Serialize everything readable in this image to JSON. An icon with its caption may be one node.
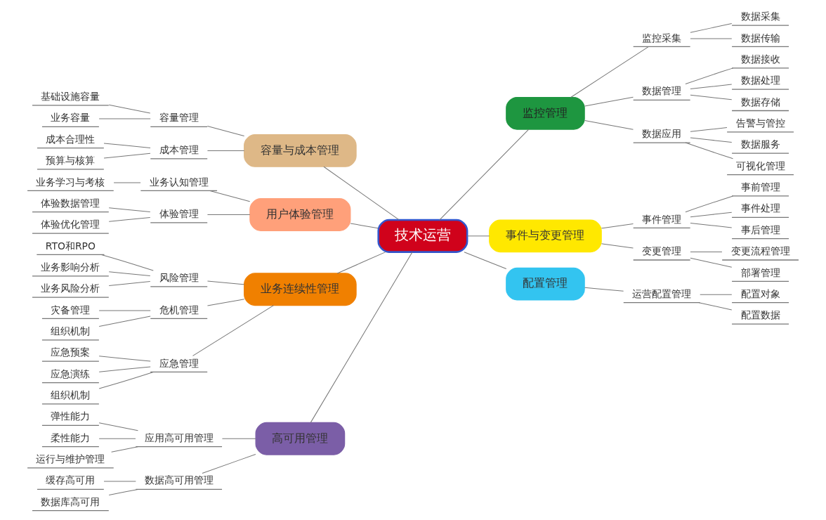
{
  "diagram": {
    "nodes": [
      {
        "text": [
          "技术运营"
        ]
      },
      {
        "text": [
          "容量与成本管理"
        ]
      },
      {
        "text": [
          "容量管理"
        ]
      },
      {
        "text": [
          "基础设施容量"
        ]
      },
      {
        "text": [
          "业务容量"
        ]
      },
      {
        "text": [
          "成本管理"
        ]
      },
      {
        "text": [
          "成本合理性"
        ]
      },
      {
        "text": [
          "预算与核算"
        ]
      },
      {
        "text": [
          "用户体验管理"
        ]
      },
      {
        "text": [
          "业务认知管理"
        ]
      },
      {
        "text": [
          "业务学习与考核"
        ]
      },
      {
        "text": [
          "体验管理"
        ]
      },
      {
        "text": [
          "体验数据管理"
        ]
      },
      {
        "text": [
          "体验优化管理"
        ]
      },
      {
        "text": [
          "业务连续性管理"
        ]
      },
      {
        "text": [
          "风险管理"
        ]
      },
      {
        "text": [
          "RTO和RPO"
        ]
      },
      {
        "text": [
          "业务影响分析"
        ]
      },
      {
        "text": [
          "业务风险分析"
        ]
      },
      {
        "text": [
          "危机管理"
        ]
      },
      {
        "text": [
          "灾备管理"
        ]
      },
      {
        "text": [
          "组织机制"
        ]
      },
      {
        "text": [
          "应急管理"
        ]
      },
      {
        "text": [
          "应急预案"
        ]
      },
      {
        "text": [
          "应急演练"
        ]
      },
      {
        "text": [
          "组织机制"
        ]
      },
      {
        "text": [
          "高可用管理"
        ]
      },
      {
        "text": [
          "应用高可用管理"
        ]
      },
      {
        "text": [
          "弹性能力"
        ]
      },
      {
        "text": [
          "柔性能力"
        ]
      },
      {
        "text": [
          "运行与维护管理"
        ]
      },
      {
        "text": [
          "数据高可用管理"
        ]
      },
      {
        "text": [
          "缓存高可用"
        ]
      },
      {
        "text": [
          "数据库高可用"
        ]
      },
      {
        "text": [
          "监控管理"
        ]
      },
      {
        "text": [
          "监控采集"
        ]
      },
      {
        "text": [
          "数据采集"
        ]
      },
      {
        "text": [
          "数据传输"
        ]
      },
      {
        "text": [
          "数据管理"
        ]
      },
      {
        "text": [
          "数据接收"
        ]
      },
      {
        "text": [
          "数据处理"
        ]
      },
      {
        "text": [
          "数据存储"
        ]
      },
      {
        "text": [
          "数据应用"
        ]
      },
      {
        "text": [
          "告警与管控"
        ]
      },
      {
        "text": [
          "数据服务"
        ]
      },
      {
        "text": [
          "可视化管理"
        ]
      },
      {
        "text": [
          "事件与变更管理"
        ]
      },
      {
        "text": [
          "事件管理"
        ]
      },
      {
        "text": [
          "事前管理"
        ]
      },
      {
        "text": [
          "事件处理"
        ]
      },
      {
        "text": [
          "事后管理"
        ]
      },
      {
        "text": [
          "变更管理"
        ]
      },
      {
        "text": [
          "变更流程管理"
        ]
      },
      {
        "text": [
          "部署管理"
        ]
      },
      {
        "text": [
          "配置管理"
        ]
      },
      {
        "text": [
          "运营配置管理"
        ]
      },
      {
        "text": [
          "配置对象"
        ]
      },
      {
        "text": [
          "配置数据"
        ]
      }
    ],
    "edges": [
      {
        "from": 0,
        "to": 1,
        "arrow": "none"
      },
      {
        "from": 1,
        "to": 2,
        "arrow": "none"
      },
      {
        "from": 2,
        "to": 3,
        "arrow": "none"
      },
      {
        "from": 2,
        "to": 4,
        "arrow": "none"
      },
      {
        "from": 1,
        "to": 5,
        "arrow": "none"
      },
      {
        "from": 5,
        "to": 6,
        "arrow": "none"
      },
      {
        "from": 5,
        "to": 7,
        "arrow": "none"
      },
      {
        "from": 0,
        "to": 8,
        "arrow": "none"
      },
      {
        "from": 8,
        "to": 9,
        "arrow": "none"
      },
      {
        "from": 9,
        "to": 10,
        "arrow": "none"
      },
      {
        "from": 8,
        "to": 11,
        "arrow": "none"
      },
      {
        "from": 11,
        "to": 12,
        "arrow": "none"
      },
      {
        "from": 11,
        "to": 13,
        "arrow": "none"
      },
      {
        "from": 0,
        "to": 14,
        "arrow": "none"
      },
      {
        "from": 14,
        "to": 15,
        "arrow": "none"
      },
      {
        "from": 15,
        "to": 16,
        "arrow": "none"
      },
      {
        "from": 15,
        "to": 17,
        "arrow": "none"
      },
      {
        "from": 15,
        "to": 18,
        "arrow": "none"
      },
      {
        "from": 14,
        "to": 19,
        "arrow": "none"
      },
      {
        "from": 19,
        "to": 20,
        "arrow": "none"
      },
      {
        "from": 19,
        "to": 21,
        "arrow": "none"
      },
      {
        "from": 14,
        "to": 22,
        "arrow": "none"
      },
      {
        "from": 22,
        "to": 23,
        "arrow": "none"
      },
      {
        "from": 22,
        "to": 24,
        "arrow": "none"
      },
      {
        "from": 22,
        "to": 25,
        "arrow": "none"
      },
      {
        "from": 0,
        "to": 26,
        "arrow": "none"
      },
      {
        "from": 26,
        "to": 27,
        "arrow": "none"
      },
      {
        "from": 27,
        "to": 28,
        "arrow": "none"
      },
      {
        "from": 27,
        "to": 29,
        "arrow": "none"
      },
      {
        "from": 27,
        "to": 30,
        "arrow": "none"
      },
      {
        "from": 26,
        "to": 31,
        "arrow": "none"
      },
      {
        "from": 31,
        "to": 32,
        "arrow": "none"
      },
      {
        "from": 31,
        "to": 33,
        "arrow": "none"
      },
      {
        "from": 0,
        "to": 34,
        "arrow": "none"
      },
      {
        "from": 34,
        "to": 35,
        "arrow": "none"
      },
      {
        "from": 35,
        "to": 36,
        "arrow": "none"
      },
      {
        "from": 35,
        "to": 37,
        "arrow": "none"
      },
      {
        "from": 34,
        "to": 38,
        "arrow": "none"
      },
      {
        "from": 38,
        "to": 39,
        "arrow": "none"
      },
      {
        "from": 38,
        "to": 40,
        "arrow": "none"
      },
      {
        "from": 38,
        "to": 41,
        "arrow": "none"
      },
      {
        "from": 34,
        "to": 42,
        "arrow": "none"
      },
      {
        "from": 42,
        "to": 43,
        "arrow": "none"
      },
      {
        "from": 42,
        "to": 44,
        "arrow": "none"
      },
      {
        "from": 42,
        "to": 45,
        "arrow": "none"
      },
      {
        "from": 0,
        "to": 46,
        "arrow": "none"
      },
      {
        "from": 46,
        "to": 47,
        "arrow": "none"
      },
      {
        "from": 47,
        "to": 48,
        "arrow": "none"
      },
      {
        "from": 47,
        "to": 49,
        "arrow": "none"
      },
      {
        "from": 47,
        "to": 50,
        "arrow": "none"
      },
      {
        "from": 46,
        "to": 51,
        "arrow": "none"
      },
      {
        "from": 51,
        "to": 52,
        "arrow": "none"
      },
      {
        "from": 51,
        "to": 53,
        "arrow": "none"
      },
      {
        "from": 0,
        "to": 54,
        "arrow": "none"
      },
      {
        "from": 54,
        "to": 55,
        "arrow": "none"
      },
      {
        "from": 55,
        "to": 56,
        "arrow": "none"
      },
      {
        "from": 55,
        "to": 57,
        "arrow": "none"
      }
    ]
  }
}
